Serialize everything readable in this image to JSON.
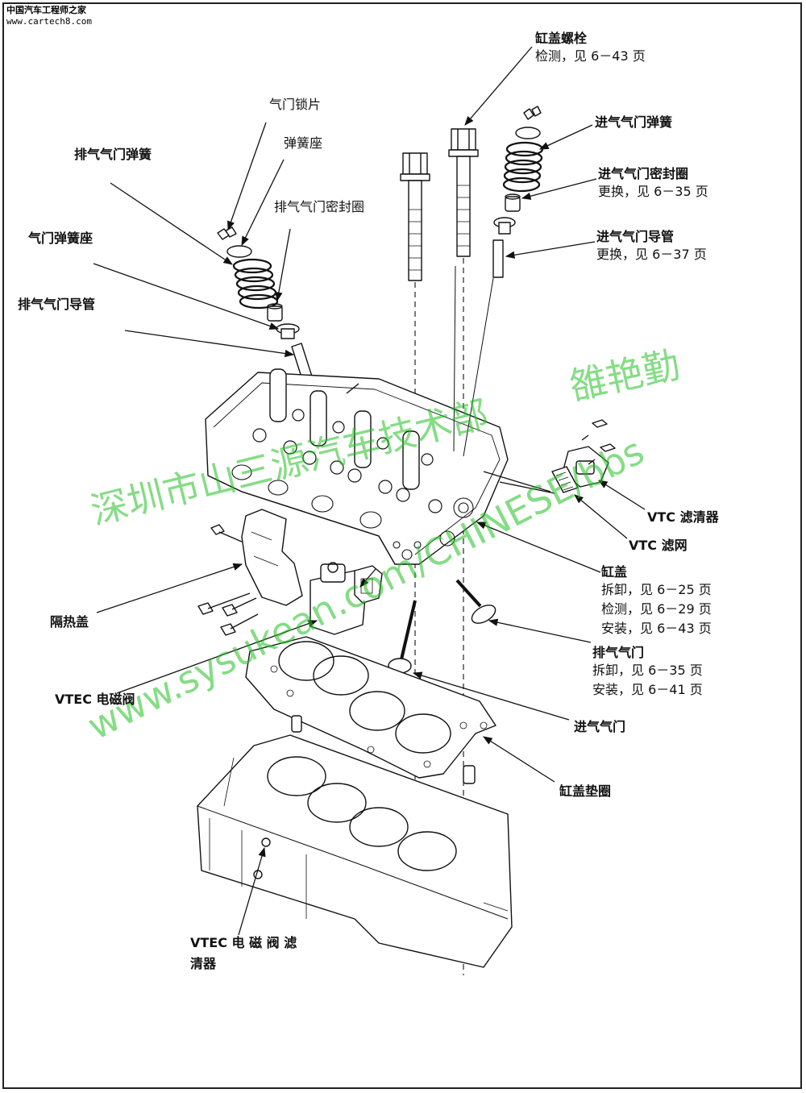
{
  "site": {
    "name_cn": "中国汽车工程师之家",
    "url": "www.cartech8.com"
  },
  "labels": {
    "head_bolt": {
      "title": "缸盖螺栓",
      "lines": [
        "检测，见 6－43 页"
      ]
    },
    "valve_keeper": {
      "title": "气门锁片"
    },
    "spring_retainer": {
      "title": "弹簧座"
    },
    "exhaust_valve_spring": {
      "title": "排气气门弹簧"
    },
    "exhaust_valve_seal": {
      "title": "排气气门密封圈"
    },
    "valve_spring_seat": {
      "title": "气门弹簧座"
    },
    "exhaust_valve_guide": {
      "title": "排气气门导管"
    },
    "intake_valve_spring": {
      "title": "进气气门弹簧"
    },
    "intake_valve_seal": {
      "title": "进气气门密封圈",
      "lines": [
        "更换，见 6－35 页"
      ]
    },
    "intake_valve_guide": {
      "title": "进气气门导管",
      "lines": [
        "更换，见 6－37 页"
      ]
    },
    "vtc_filter": {
      "title": "VTC 滤清器"
    },
    "vtc_screen": {
      "title": "VTC 滤网"
    },
    "cylinder_head": {
      "title": "缸盖",
      "lines": [
        "拆卸，见 6－25 页",
        "检测，见 6－29 页",
        "安装，见 6－43 页"
      ]
    },
    "exhaust_valve": {
      "title": "排气气门",
      "lines": [
        "拆卸，见 6－35 页",
        "安装，见 6－41 页"
      ]
    },
    "heat_shield": {
      "title": "隔热盖"
    },
    "vtec_solenoid": {
      "title": "VTEC 电磁阀"
    },
    "intake_valve": {
      "title": "进气气门"
    },
    "head_gasket": {
      "title": "缸盖垫圈"
    },
    "vtec_filter": {
      "title": "VTEC  电 磁 阀 滤",
      "line2": "清器"
    }
  },
  "watermarks": {
    "cn_1": "深圳市山三源汽车技术部",
    "cn_2": "雒艳勤",
    "url": "www.sysukean.com/CHINESE/bbs"
  }
}
